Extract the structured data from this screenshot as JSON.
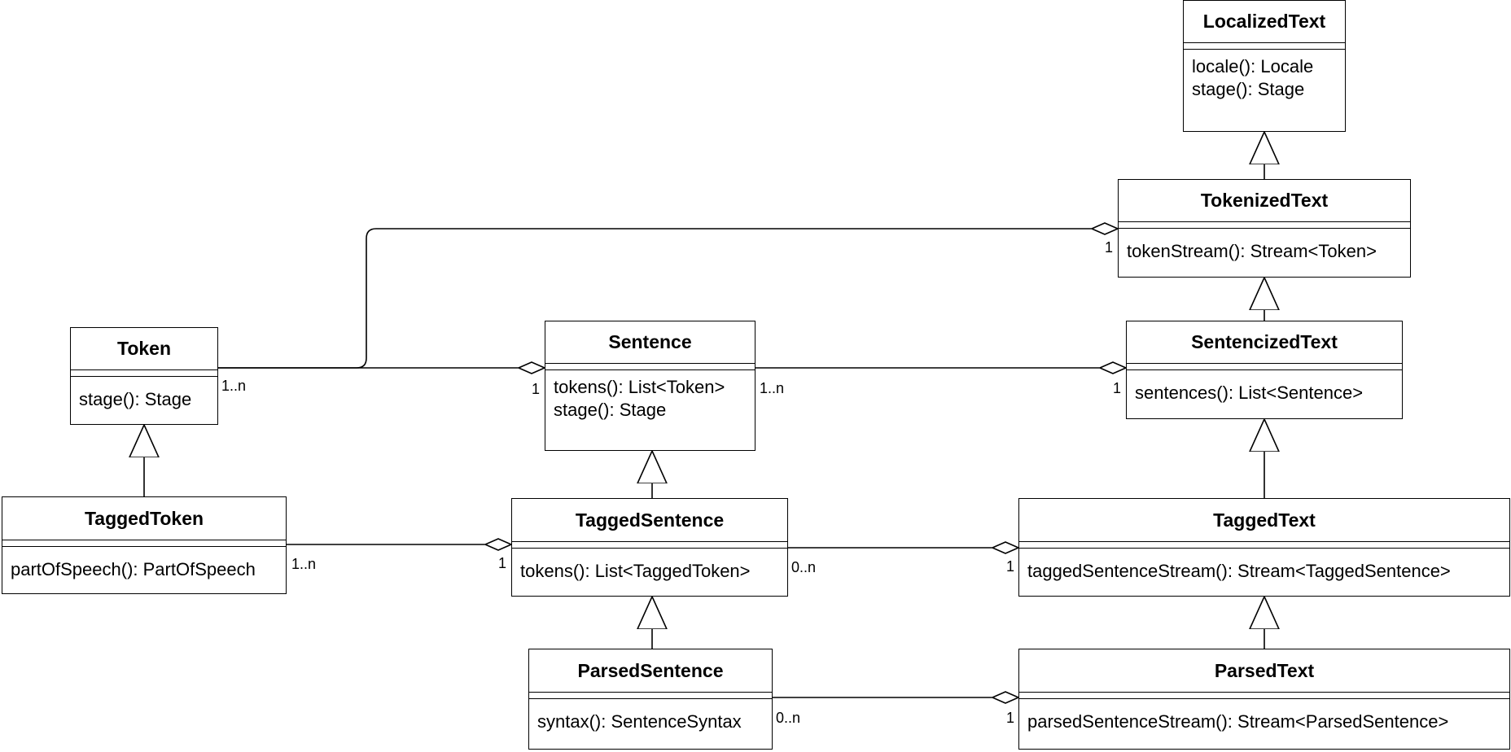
{
  "classes": {
    "localized_text": {
      "name": "LocalizedText",
      "operations": [
        "locale(): Locale",
        "stage(): Stage"
      ]
    },
    "tokenized_text": {
      "name": "TokenizedText",
      "operations": [
        "tokenStream(): Stream<Token>"
      ]
    },
    "sentencized_text": {
      "name": "SentencizedText",
      "operations": [
        "sentences(): List<Sentence>"
      ]
    },
    "tagged_text": {
      "name": "TaggedText",
      "operations": [
        "taggedSentenceStream(): Stream<TaggedSentence>"
      ]
    },
    "parsed_text": {
      "name": "ParsedText",
      "operations": [
        "parsedSentenceStream(): Stream<ParsedSentence>"
      ]
    },
    "token": {
      "name": "Token",
      "operations": [
        "stage(): Stage"
      ]
    },
    "tagged_token": {
      "name": "TaggedToken",
      "operations": [
        "partOfSpeech(): PartOfSpeech"
      ]
    },
    "sentence": {
      "name": "Sentence",
      "operations": [
        "tokens(): List<Token>",
        "stage(): Stage"
      ]
    },
    "tagged_sentence": {
      "name": "TaggedSentence",
      "operations": [
        "tokens(): List<TaggedToken>"
      ]
    },
    "parsed_sentence": {
      "name": "ParsedSentence",
      "operations": [
        "syntax(): SentenceSyntax"
      ]
    }
  },
  "multiplicities": {
    "token_tokenized_text_source": "1..n",
    "token_tokenized_text_target": "1",
    "token_sentence_target": "1",
    "sentence_sentencized_text_source": "1..n",
    "sentence_sentencized_text_target": "1",
    "tagged_token_tagged_sentence_source": "1..n",
    "tagged_token_tagged_sentence_target": "1",
    "tagged_sentence_tagged_text_source": "0..n",
    "tagged_sentence_tagged_text_target": "1",
    "parsed_sentence_parsed_text_source": "0..n",
    "parsed_sentence_parsed_text_target": "1"
  },
  "relationships": {
    "generalizations": [
      {
        "child": "TokenizedText",
        "parent": "LocalizedText"
      },
      {
        "child": "SentencizedText",
        "parent": "TokenizedText"
      },
      {
        "child": "TaggedText",
        "parent": "SentencizedText"
      },
      {
        "child": "ParsedText",
        "parent": "TaggedText"
      },
      {
        "child": "TaggedToken",
        "parent": "Token"
      },
      {
        "child": "TaggedSentence",
        "parent": "Sentence"
      },
      {
        "child": "ParsedSentence",
        "parent": "TaggedSentence"
      }
    ],
    "aggregations": [
      {
        "part": "Token",
        "whole": "TokenizedText"
      },
      {
        "part": "Token",
        "whole": "Sentence"
      },
      {
        "part": "Sentence",
        "whole": "SentencizedText"
      },
      {
        "part": "TaggedToken",
        "whole": "TaggedSentence"
      },
      {
        "part": "TaggedSentence",
        "whole": "TaggedText"
      },
      {
        "part": "ParsedSentence",
        "whole": "ParsedText"
      }
    ]
  }
}
